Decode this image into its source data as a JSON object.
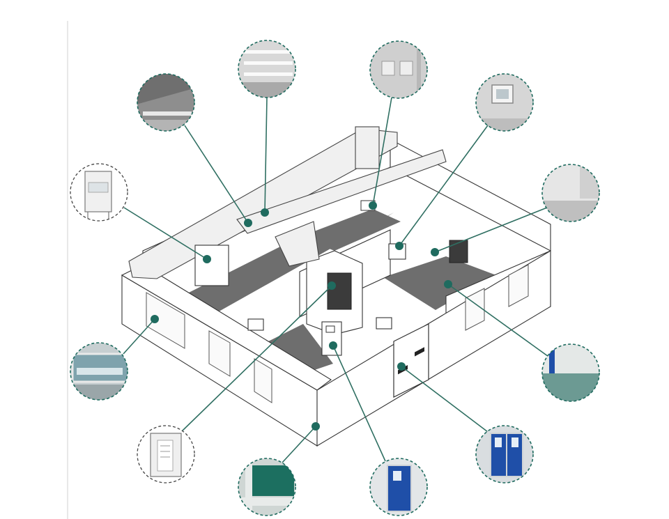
{
  "colors": {
    "accent": "#1f6b5f",
    "floor": "#6e6e6e",
    "wall": "#ffffff",
    "door_blue": "#1f4fa8"
  },
  "callouts": [
    {
      "name": "ceiling-light-panel-photo",
      "icon": "ceiling-panel-icon",
      "kind": "ceiling"
    },
    {
      "name": "hepa-ceiling-photo",
      "icon": "ceiling-grid-icon",
      "kind": "grid"
    },
    {
      "name": "return-air-grille-photo",
      "icon": "grille-icon",
      "kind": "grille"
    },
    {
      "name": "pass-box-window-photo",
      "icon": "pass-box-icon",
      "kind": "window"
    },
    {
      "name": "wall-corner-photo",
      "icon": "wall-corner-icon",
      "kind": "corner"
    },
    {
      "name": "clean-bench-photo",
      "icon": "clean-bench-icon",
      "kind": "bench"
    },
    {
      "name": "observation-window-photo",
      "icon": "window-icon",
      "kind": "lab"
    },
    {
      "name": "epoxy-floor-photo",
      "icon": "floor-icon",
      "kind": "floor"
    },
    {
      "name": "air-shower-photo",
      "icon": "air-shower-icon",
      "kind": "shower"
    },
    {
      "name": "coving-corner-photo",
      "icon": "coving-icon",
      "kind": "coving"
    },
    {
      "name": "single-door-photo",
      "icon": "single-door-icon",
      "kind": "door1"
    },
    {
      "name": "double-door-photo",
      "icon": "double-door-icon",
      "kind": "door2"
    }
  ]
}
